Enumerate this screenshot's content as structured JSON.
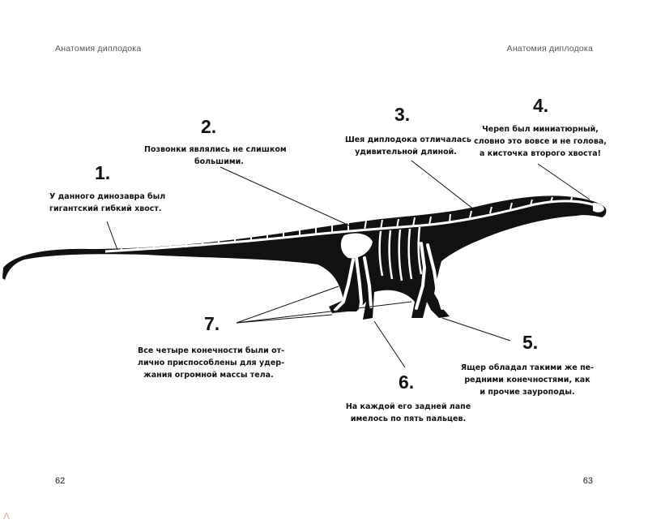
{
  "page": {
    "running_head_left": "Анатомия диплодока",
    "running_head_right": "Анатомия диплодока",
    "page_number_left": "62",
    "page_number_right": "63"
  },
  "annotations": [
    {
      "number": "1.",
      "lines": [
        "У данного динозавра был",
        "гигантский гибкий хвост."
      ]
    },
    {
      "number": "2.",
      "lines": [
        "Позвонки являлись не слишком",
        "большими."
      ]
    },
    {
      "number": "3.",
      "lines": [
        "Шея диплодока отличалась",
        "удивительной длиной."
      ]
    },
    {
      "number": "4.",
      "lines": [
        "Череп был миниатюрный,",
        "словно это вовсе и не голова,",
        "а кисточка второго хвоста!"
      ]
    },
    {
      "number": "5.",
      "lines": [
        "Ящер обладал такими же пе-",
        "редними конечностями, как",
        "и прочие зауроподы."
      ]
    },
    {
      "number": "6.",
      "lines": [
        "На каждой его задней лапе",
        "имелось по пять пальцев."
      ]
    },
    {
      "number": "7.",
      "lines": [
        "Все четыре конечности были от-",
        "лично приспособлены для удер-",
        "жания огромной массы тела."
      ]
    }
  ],
  "colors": {
    "ink": "#111111",
    "bone": "#ffffff",
    "leader": "#111111",
    "running_head": "#555555"
  }
}
